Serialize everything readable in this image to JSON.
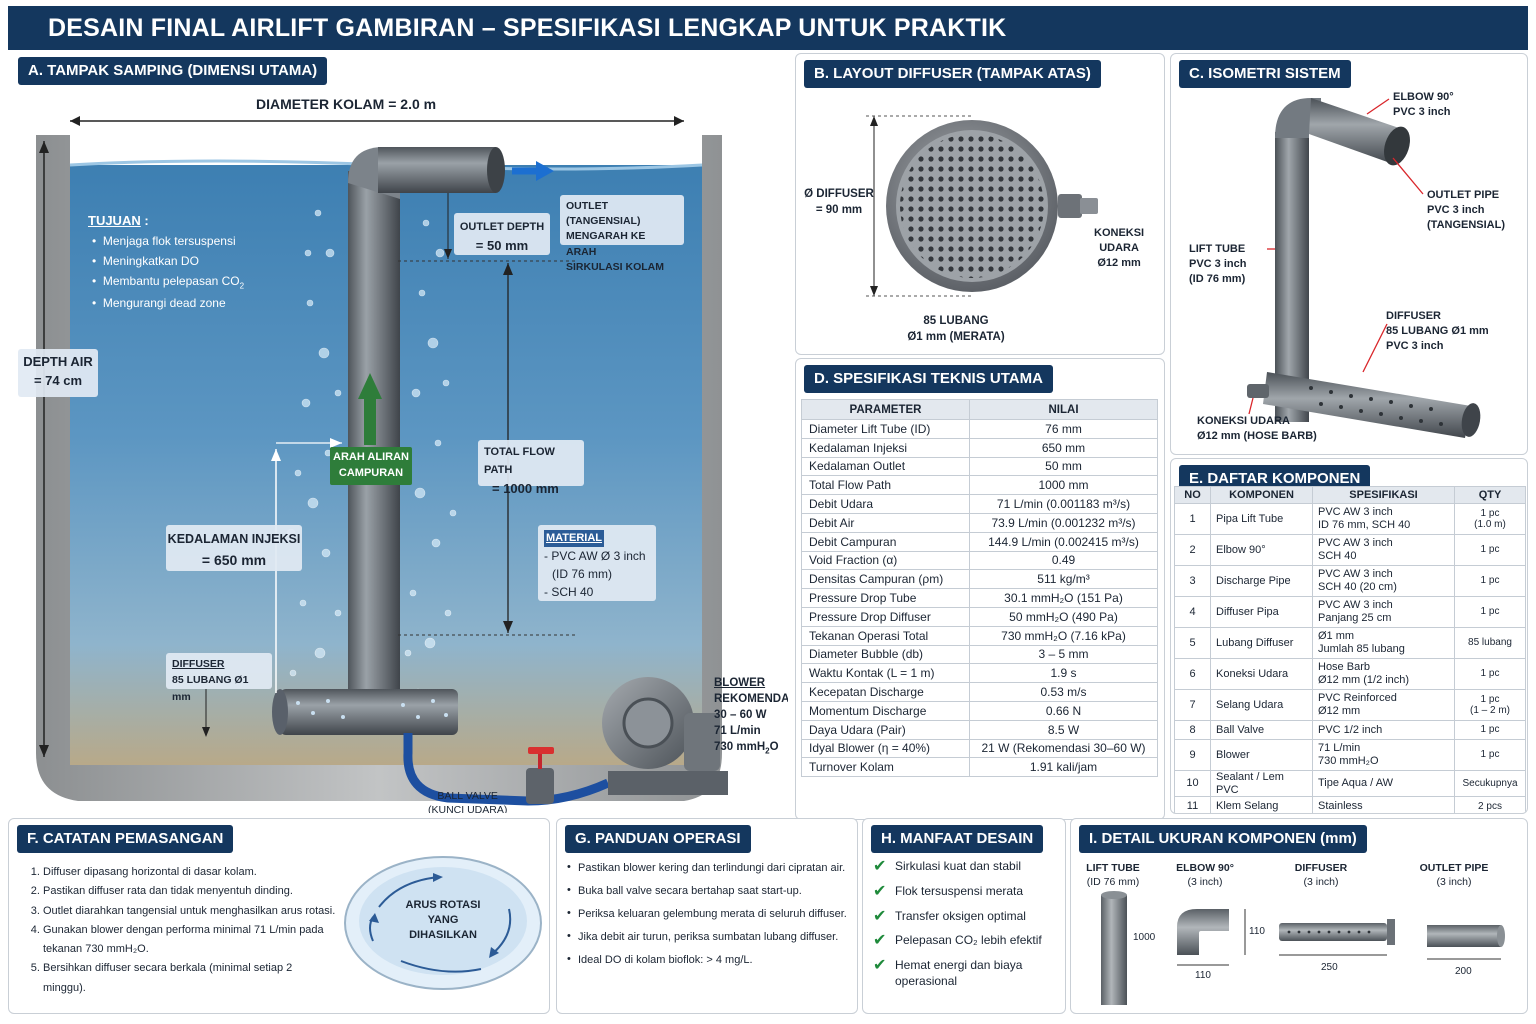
{
  "title": "DESAIN FINAL AIRLIFT GAMBIRAN – SPESIFIKASI LENGKAP UNTUK PRAKTIK",
  "panelA": {
    "title": "A. TAMPAK SAMPING (DIMENSI UTAMA)",
    "diameter": "DIAMETER KOLAM = 2.0 m",
    "depth_1": "DEPTH AIR",
    "depth_2": "= 74 cm",
    "tujuan_title": "TUJUAN",
    "tujuan_colon": " :",
    "tujuan": [
      "Menjaga flok tersuspensi",
      "Meningkatkan DO",
      "Membantu pelepasan CO",
      "Mengurangi dead zone"
    ],
    "co2_sub": "2",
    "outlet_depth_1": "OUTLET DEPTH",
    "outlet_depth_2": "= 50 mm",
    "outlet_1": "OUTLET (TANGENSIAL)",
    "outlet_2": "MENGARAH KE ARAH",
    "outlet_3": "SIRKULASI KOLAM",
    "arah_1": "ARAH ALIRAN",
    "arah_2": "CAMPURAN",
    "total_1": "TOTAL FLOW PATH",
    "total_2": "= 1000 mm",
    "inj_1": "KEDALAMAN INJEKSI",
    "inj_2": "= 650 mm",
    "mat_title": "MATERIAL",
    "mat_1": "- PVC AW Ø 3 inch",
    "mat_2": "(ID 76 mm)",
    "mat_3": "- SCH 40",
    "diff_1": "DIFFUSER",
    "diff_2": "85 LUBANG Ø1 mm",
    "blower_1": "BLOWER",
    "blower_2": "REKOMENDASI",
    "blower_3": "30 – 60 W",
    "blower_4": "71 L/min",
    "blower_5": "730 mmH",
    "blower_5b": "2",
    "blower_5c": "O",
    "valve_1": "BALL VALVE",
    "valve_2": "(KUNCI UDARA)"
  },
  "panelB": {
    "title": "B. LAYOUT DIFFUSER (TAMPAK ATAS)",
    "dia_1": "Ø DIFFUSER",
    "dia_2": "= 90 mm",
    "kon_1": "KONEKSI",
    "kon_2": "UDARA",
    "kon_3": "Ø12 mm",
    "lub_1": "85 LUBANG",
    "lub_2": "Ø1 mm (MERATA)"
  },
  "panelC": {
    "title": "C. ISOMETRI SISTEM",
    "elbow_1": "ELBOW 90°",
    "elbow_2": "PVC 3 inch",
    "outlet_1": "OUTLET PIPE",
    "outlet_2": "PVC 3 inch",
    "outlet_3": "(TANGENSIAL)",
    "lift_1": "LIFT TUBE",
    "lift_2": "PVC 3 inch",
    "lift_3": "(ID 76 mm)",
    "diff_1": "DIFFUSER",
    "diff_2": "85 LUBANG  Ø1 mm",
    "diff_3": "PVC 3 inch",
    "kon_1": "KONEKSI UDARA",
    "kon_2": "Ø12 mm (HOSE BARB)"
  },
  "panelD": {
    "title": "D. SPESIFIKASI TEKNIS UTAMA",
    "head": [
      "PARAMETER",
      "NILAI"
    ],
    "rows": [
      [
        "Diameter Lift Tube (ID)",
        "76 mm"
      ],
      [
        "Kedalaman Injeksi",
        "650 mm"
      ],
      [
        "Kedalaman Outlet",
        "50 mm"
      ],
      [
        "Total Flow Path",
        "1000 mm"
      ],
      [
        "Debit Udara",
        "71 L/min (0.001183 m³/s)"
      ],
      [
        "Debit Air",
        "73.9 L/min (0.001232 m³/s)"
      ],
      [
        "Debit Campuran",
        "144.9 L/min (0.002415 m³/s)"
      ],
      [
        "Void Fraction (α)",
        "0.49"
      ],
      [
        "Densitas Campuran (ρm)",
        "511 kg/m³"
      ],
      [
        "Pressure Drop Tube",
        "30.1 mmH₂O (151 Pa)"
      ],
      [
        "Pressure Drop Diffuser",
        "50 mmH₂O (490 Pa)"
      ],
      [
        "Tekanan Operasi Total",
        "730 mmH₂O (7.16 kPa)"
      ],
      [
        "Diameter Bubble (db)",
        "3 – 5 mm"
      ],
      [
        "Waktu Kontak (L = 1 m)",
        "1.9 s"
      ],
      [
        "Kecepatan Discharge",
        "0.53 m/s"
      ],
      [
        "Momentum Discharge",
        "0.66 N"
      ],
      [
        "Daya Udara (Pair)",
        "8.5 W"
      ],
      [
        "Idyal Blower (η = 40%)",
        "21 W (Rekomendasi 30–60 W)"
      ],
      [
        "Turnover Kolam",
        "1.91 kali/jam"
      ]
    ]
  },
  "panelE": {
    "title": "E. DAFTAR KOMPONEN",
    "head": [
      "NO",
      "KOMPONEN",
      "SPESIFIKASI",
      "QTY"
    ],
    "rows": [
      {
        "no": "1",
        "name": "Pipa Lift Tube",
        "s1": "PVC AW 3 inch",
        "s2": "ID 76 mm, SCH 40",
        "q1": "1 pc",
        "q2": "(1.0 m)"
      },
      {
        "no": "2",
        "name": "Elbow 90°",
        "s1": "PVC AW 3 inch",
        "s2": "SCH 40",
        "q1": "1 pc",
        "q2": ""
      },
      {
        "no": "3",
        "name": "Discharge Pipe",
        "s1": "PVC AW 3 inch",
        "s2": "SCH 40  (20 cm)",
        "q1": "1 pc",
        "q2": ""
      },
      {
        "no": "4",
        "name": "Diffuser Pipa",
        "s1": "PVC AW 3 inch",
        "s2": "Panjang 25 cm",
        "q1": "1 pc",
        "q2": ""
      },
      {
        "no": "5",
        "name": "Lubang Diffuser",
        "s1": "Ø1 mm",
        "s2": "Jumlah 85 lubang",
        "q1": "85 lubang",
        "q2": ""
      },
      {
        "no": "6",
        "name": "Koneksi Udara",
        "s1": "Hose Barb",
        "s2": "Ø12 mm (1/2 inch)",
        "q1": "1 pc",
        "q2": ""
      },
      {
        "no": "7",
        "name": "Selang Udara",
        "s1": "PVC Reinforced",
        "s2": "Ø12 mm",
        "q1": "1 pc",
        "q2": "(1 – 2 m)"
      },
      {
        "no": "8",
        "name": "Ball Valve",
        "s1": "PVC 1/2 inch",
        "s2": "",
        "q1": "1 pc",
        "q2": ""
      },
      {
        "no": "9",
        "name": "Blower",
        "s1": "71 L/min",
        "s2": "730 mmH₂O",
        "q1": "1 pc",
        "q2": ""
      },
      {
        "no": "10",
        "name": "Sealant / Lem PVC",
        "s1": "Tipe Aqua / AW",
        "s2": "",
        "q1": "Secukupnya",
        "q2": ""
      },
      {
        "no": "11",
        "name": "Klem Selang",
        "s1": "Stainless",
        "s2": "",
        "q1": "2 pcs",
        "q2": ""
      }
    ]
  },
  "panelF": {
    "title": "F. CATATAN PEMASANGAN",
    "items": [
      "Diffuser dipasang horizontal di dasar kolam.",
      "Pastikan diffuser rata dan tidak menyentuh dinding.",
      "Outlet diarahkan tangensial untuk menghasilkan arus rotasi.",
      "Gunakan blower dengan performa minimal 71 L/min pada tekanan 730 mmH₂O.",
      "Bersihkan diffuser secara berkala (minimal setiap 2 minggu)."
    ],
    "rot_1": "ARUS ROTASI",
    "rot_2": "YANG DIHASILKAN"
  },
  "panelG": {
    "title": "G. PANDUAN OPERASI",
    "items": [
      "Pastikan blower kering dan terlindungi dari cipratan air.",
      "Buka ball valve secara bertahap saat start-up.",
      "Periksa keluaran gelembung merata di seluruh diffuser.",
      "Jika debit air turun, periksa sumbatan lubang diffuser.",
      "Ideal DO di kolam bioflok:  > 4 mg/L."
    ]
  },
  "panelH": {
    "title": "H. MANFAAT DESAIN",
    "items": [
      "Sirkulasi kuat dan stabil",
      "Flok tersuspensi merata",
      "Transfer oksigen optimal",
      "Pelepasan CO₂ lebih efektif",
      "Hemat energi dan biaya operasional"
    ]
  },
  "panelI": {
    "title": "I. DETAIL UKURAN KOMPONEN (mm)",
    "lift_1": "LIFT TUBE",
    "lift_2": "(ID 76 mm)",
    "lift_dim": "1000",
    "elbow_1": "ELBOW 90°",
    "elbow_2": "(3 inch)",
    "elbow_dim_v": "110",
    "elbow_dim_h": "110",
    "diff_1": "DIFFUSER",
    "diff_2": "(3 inch)",
    "diff_dim": "250",
    "out_1": "OUTLET PIPE",
    "out_2": "(3 inch)",
    "out_dim": "200"
  }
}
